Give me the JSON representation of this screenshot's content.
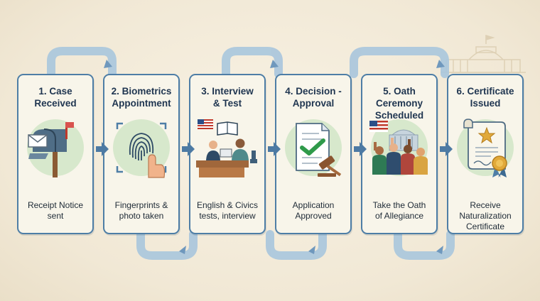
{
  "steps": [
    {
      "title": "1. Case\nReceived",
      "desc": "Receipt Notice\nsent",
      "icon": "mailbox-icon"
    },
    {
      "title": "2. Biometrics\nAppointment",
      "desc": "Fingerprints &\nphoto taken",
      "icon": "fingerprint-icon"
    },
    {
      "title": "3. Interview\n& Test",
      "desc": "English & Civics\ntests, interview",
      "icon": "interview-icon"
    },
    {
      "title": "4. Decision -\nApproval",
      "desc": "Application\nApproved",
      "icon": "approval-document-icon"
    },
    {
      "title": "5. Oath Ceremony\nScheduled",
      "desc": "Take the Oath\nof Allegiance",
      "icon": "oath-ceremony-icon"
    },
    {
      "title": "6. Certificate\nIssued",
      "desc": "Receive\nNaturalization\nCertificate",
      "icon": "certificate-icon"
    }
  ],
  "colors": {
    "border": "#4e7ea6",
    "connector": "#a9c6dd",
    "arrow": "#4d7aa3",
    "title": "#1f3550",
    "text": "#1e2a36",
    "icon_bg": "#d7e8cc"
  }
}
